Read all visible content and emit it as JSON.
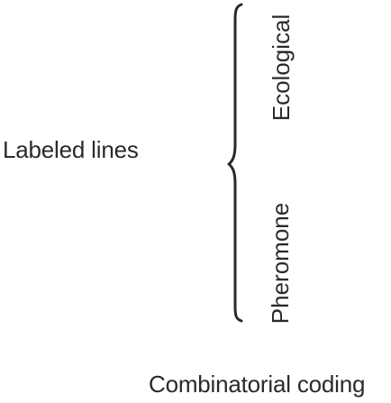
{
  "diagram": {
    "left_label": "Labeled lines",
    "bottom_label": "Combinatorial coding",
    "upper_group_label": "Ecological",
    "lower_group_label": "Pheromone",
    "brace_color": "#2a2a2a",
    "text_color": "#2a2a2a"
  }
}
